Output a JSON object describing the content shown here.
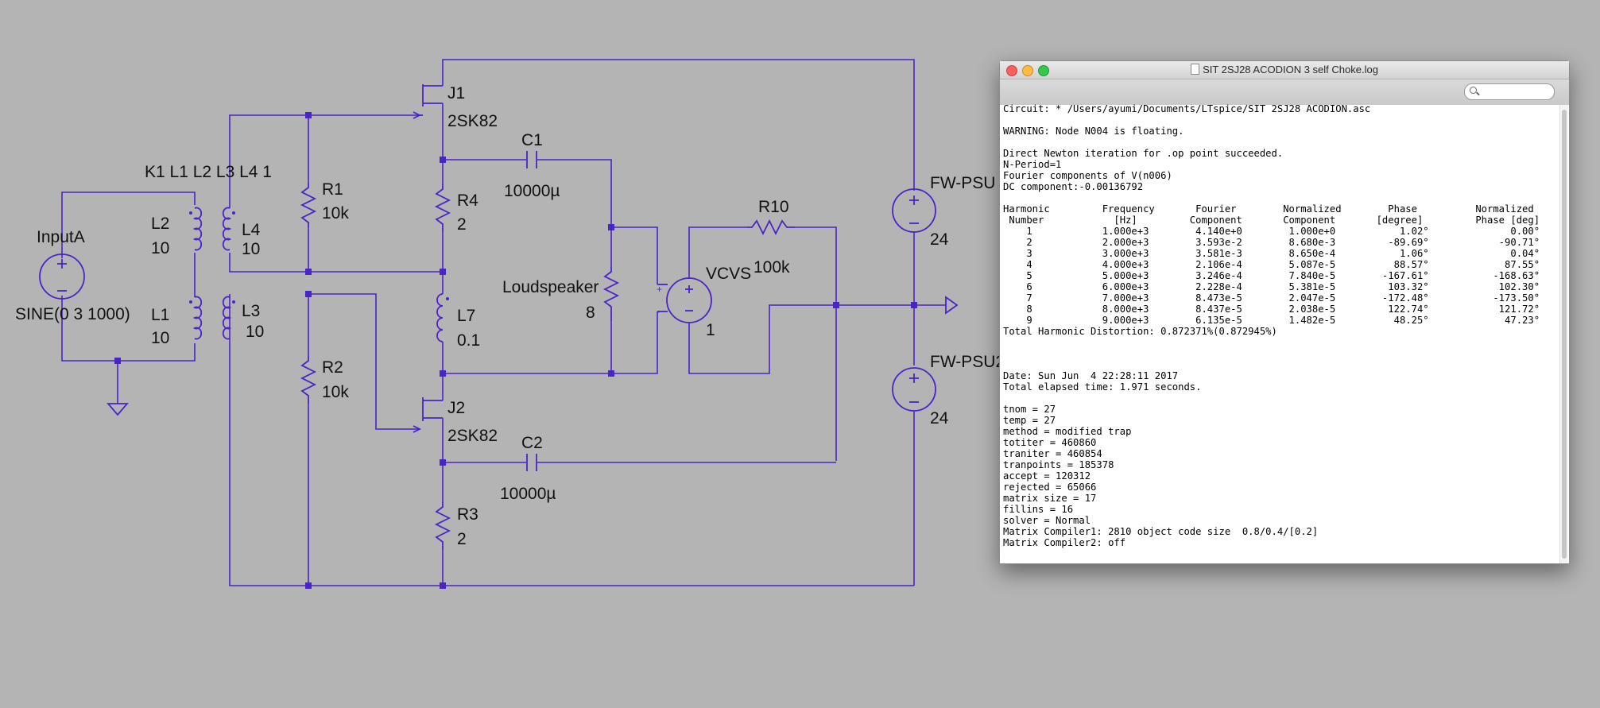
{
  "schematic": {
    "labels": {
      "j1_name": "J1",
      "j1_model": "2SK82",
      "j2_name": "J2",
      "j2_model": "2SK82",
      "c1_name": "C1",
      "c1_value": "10000µ",
      "c2_name": "C2",
      "c2_value": "10000µ",
      "r1_name": "R1",
      "r1_value": "10k",
      "r2_name": "R2",
      "r2_value": "10k",
      "r3_name": "R3",
      "r3_value": "2",
      "r4_name": "R4",
      "r4_value": "2",
      "r10_name": "R10",
      "r10_value": "100k",
      "l1_name": "L1",
      "l1_value": "10",
      "l2_name": "L2",
      "l2_value": "10",
      "l3_name": "L3",
      "l3_value": "10",
      "l4_name": "L4",
      "l4_value": "10",
      "l7_name": "L7",
      "l7_value": "0.1",
      "coupling": "K1 L1 L2 L3 L4 1",
      "input_name": "InputA",
      "input_value": "SINE(0 3 1000)",
      "speaker_name": "Loudspeaker",
      "speaker_value": "8",
      "vcvs_name": "VCVS",
      "vcvs_value": "1",
      "psu1_name": "FW-PSU",
      "psu1_value": "24",
      "psu2_name": "FW-PSU2",
      "psu2_value": "24"
    },
    "wire_color": "#4a24c8",
    "background_color": "#b4b4b4"
  },
  "log_window": {
    "title": "SIT 2SJ28 ACODION 3 self Choke.log",
    "search_placeholder": "",
    "lines": [
      "Circuit: * /Users/ayumi/Documents/LTspice/SIT 2SJ28 ACODION.asc",
      "",
      "WARNING: Node N004 is floating.",
      "",
      "Direct Newton iteration for .op point succeeded.",
      "N-Period=1",
      "Fourier components of V(n006)",
      "DC component:-0.00136792",
      "",
      "Harmonic         Frequency       Fourier        Normalized        Phase          Normalized",
      " Number            [Hz]         Component       Component       [degree]         Phase [deg]",
      "    1            1.000e+3        4.140e+0        1.000e+0           1.02°              0.00°",
      "    2            2.000e+3        3.593e-2        8.680e-3         -89.69°            -90.71°",
      "    3            3.000e+3        3.581e-3        8.650e-4           1.06°              0.04°",
      "    4            4.000e+3        2.106e-4        5.087e-5          88.57°             87.55°",
      "    5            5.000e+3        3.246e-4        7.840e-5        -167.61°           -168.63°",
      "    6            6.000e+3        2.228e-4        5.381e-5         103.32°            102.30°",
      "    7            7.000e+3        8.473e-5        2.047e-5        -172.48°           -173.50°",
      "    8            8.000e+3        8.437e-5        2.038e-5         122.74°            121.72°",
      "    9            9.000e+3        6.135e-5        1.482e-5          48.25°             47.23°",
      "Total Harmonic Distortion: 0.872371%(0.872945%)",
      "",
      "",
      "",
      "Date: Sun Jun  4 22:28:11 2017",
      "Total elapsed time: 1.971 seconds.",
      "",
      "tnom = 27",
      "temp = 27",
      "method = modified trap",
      "totiter = 460860",
      "traniter = 460854",
      "tranpoints = 185378",
      "accept = 120312",
      "rejected = 65066",
      "matrix size = 17",
      "fillins = 16",
      "solver = Normal",
      "Matrix Compiler1: 2810 object code size  0.8/0.4/[0.2]",
      "Matrix Compiler2: off"
    ]
  }
}
